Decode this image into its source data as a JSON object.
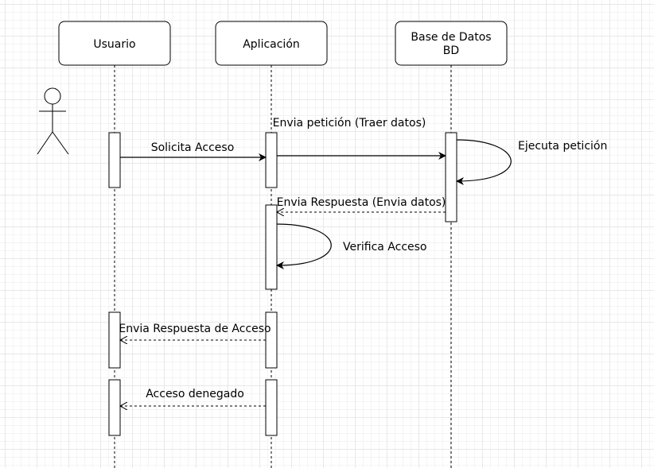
{
  "participants": [
    {
      "id": "usuario",
      "lines": [
        "Usuario"
      ]
    },
    {
      "id": "aplicacion",
      "lines": [
        "Aplicación"
      ]
    },
    {
      "id": "base_de_datos",
      "lines": [
        "Base de Datos",
        "BD"
      ]
    }
  ],
  "messages": {
    "solicita": "Solicita Acceso",
    "envia_peticion": "Envia petición (Traer datos)",
    "ejecuta": "Ejecuta petición",
    "envia_respuesta": "Envia Respuesta (Envia datos)",
    "verifica": "Verifica Acceso",
    "respuesta_acceso": "Envia Respuesta de Acceso",
    "denegado": "Acceso denegado"
  },
  "colors": {
    "line": "#000000",
    "box_fill": "#ffffff",
    "grid": "#e8e8e8"
  }
}
